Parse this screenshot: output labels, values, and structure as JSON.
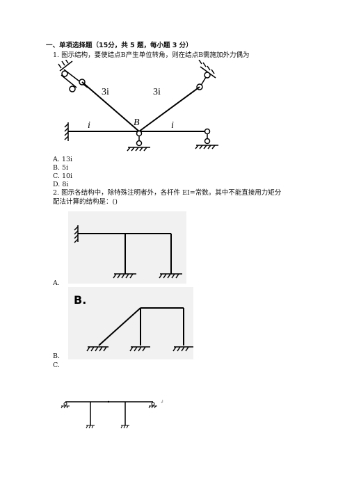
{
  "section_heading": "一、单项选择题（15分，共 5 题，每小题 3 分）",
  "q1": {
    "stem": "1.  图示结构，要使结点B产生单位转角，则在结点B需施加外力偶为",
    "fig_labels": {
      "left_incline": "3i",
      "right_incline": "3i",
      "left_horizontal": "i",
      "node": "B",
      "right_horizontal": "i"
    },
    "options": [
      "A.  13i",
      "B.  5i",
      "C.  10i",
      "D.  8i"
    ]
  },
  "q2": {
    "stem_line1": "2.  图示各结构中，除特殊注明者外，各杆件 EI=常数。其中不能直接用力矩分",
    "stem_line2": "配法计算的结构是：()",
    "fig_b_label": "B.",
    "options": [
      "A.",
      "B.",
      "C."
    ],
    "fig_c_mark": "↲"
  }
}
